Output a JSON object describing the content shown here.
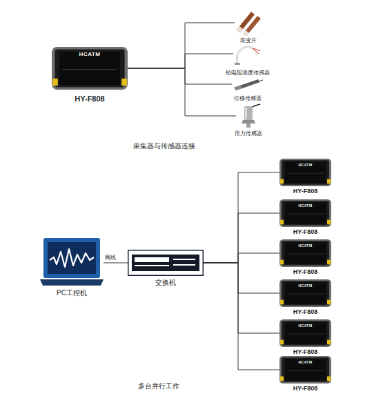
{
  "diagram": {
    "caption": "采集器与传感器连接",
    "nodes": [
      {
        "text": [
          "HCATM",
          "HY-F808"
        ]
      },
      {
        "text": [
          "应变片"
        ]
      },
      {
        "text": [
          "铂电阻温度传感器"
        ]
      },
      {
        "text": [
          "位移传感器"
        ]
      },
      {
        "text": [
          "压力传感器"
        ]
      },
      {
        "text": [
          "PC工控机"
        ]
      },
      {
        "text": [
          "交换机"
        ]
      },
      {
        "text": [
          "HCATM",
          "HY-F808"
        ]
      },
      {
        "text": [
          "HCATM",
          "HY-F808"
        ]
      },
      {
        "text": [
          "HCATM",
          "HY-F808"
        ]
      },
      {
        "text": [
          "HCATM",
          "HY-F808"
        ]
      },
      {
        "text": [
          "HCATM",
          "HY-F808"
        ]
      },
      {
        "text": [
          "HCATM",
          "HY-F808"
        ]
      }
    ],
    "edges": [
      {
        "from": 0,
        "to": 1,
        "arrow": "none"
      },
      {
        "from": 0,
        "to": 2,
        "arrow": "none"
      },
      {
        "from": 0,
        "to": 3,
        "arrow": "none"
      },
      {
        "from": 0,
        "to": 4,
        "arrow": "none"
      },
      {
        "from": 5,
        "to": 6,
        "label": "网线",
        "arrow": "none"
      },
      {
        "from": 6,
        "to": 7,
        "arrow": "none"
      },
      {
        "from": 6,
        "to": 8,
        "arrow": "none"
      },
      {
        "from": 6,
        "to": 9,
        "arrow": "none"
      },
      {
        "from": 6,
        "to": 10,
        "arrow": "none"
      },
      {
        "from": 6,
        "to": 11,
        "arrow": "none"
      },
      {
        "from": 6,
        "to": 12,
        "arrow": "none"
      }
    ],
    "labels": [
      "多台并行工作"
    ]
  }
}
